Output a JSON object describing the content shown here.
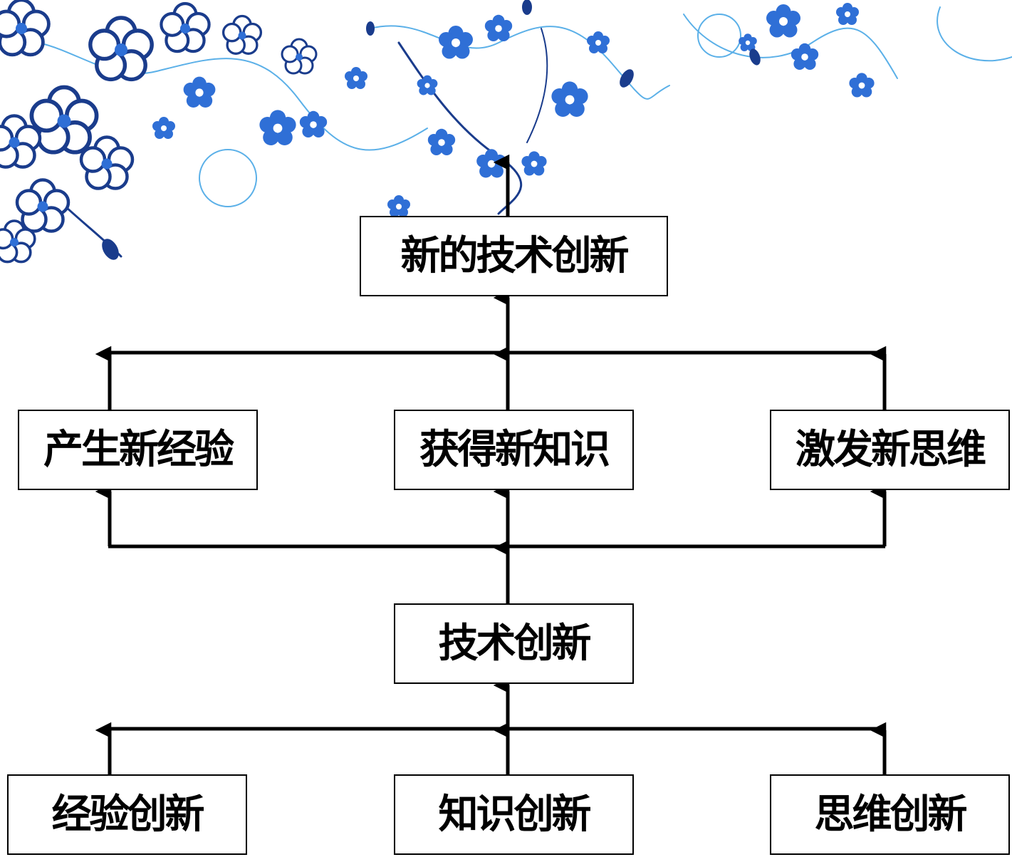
{
  "diagram": {
    "top_node": "新的技术创新",
    "middle_nodes": {
      "experience": "产生新经验",
      "knowledge": "获得新知识",
      "thinking": "激发新思维"
    },
    "center_node": "技术创新",
    "bottom_nodes": {
      "experience": "经验创新",
      "knowledge": "知识创新",
      "thinking": "思维创新"
    }
  },
  "colors": {
    "line": "#000000",
    "node_border": "#000000",
    "ornament_dark": "#1a3c8c",
    "ornament_mid": "#2f6fd6",
    "ornament_light": "#5bb0e8"
  }
}
